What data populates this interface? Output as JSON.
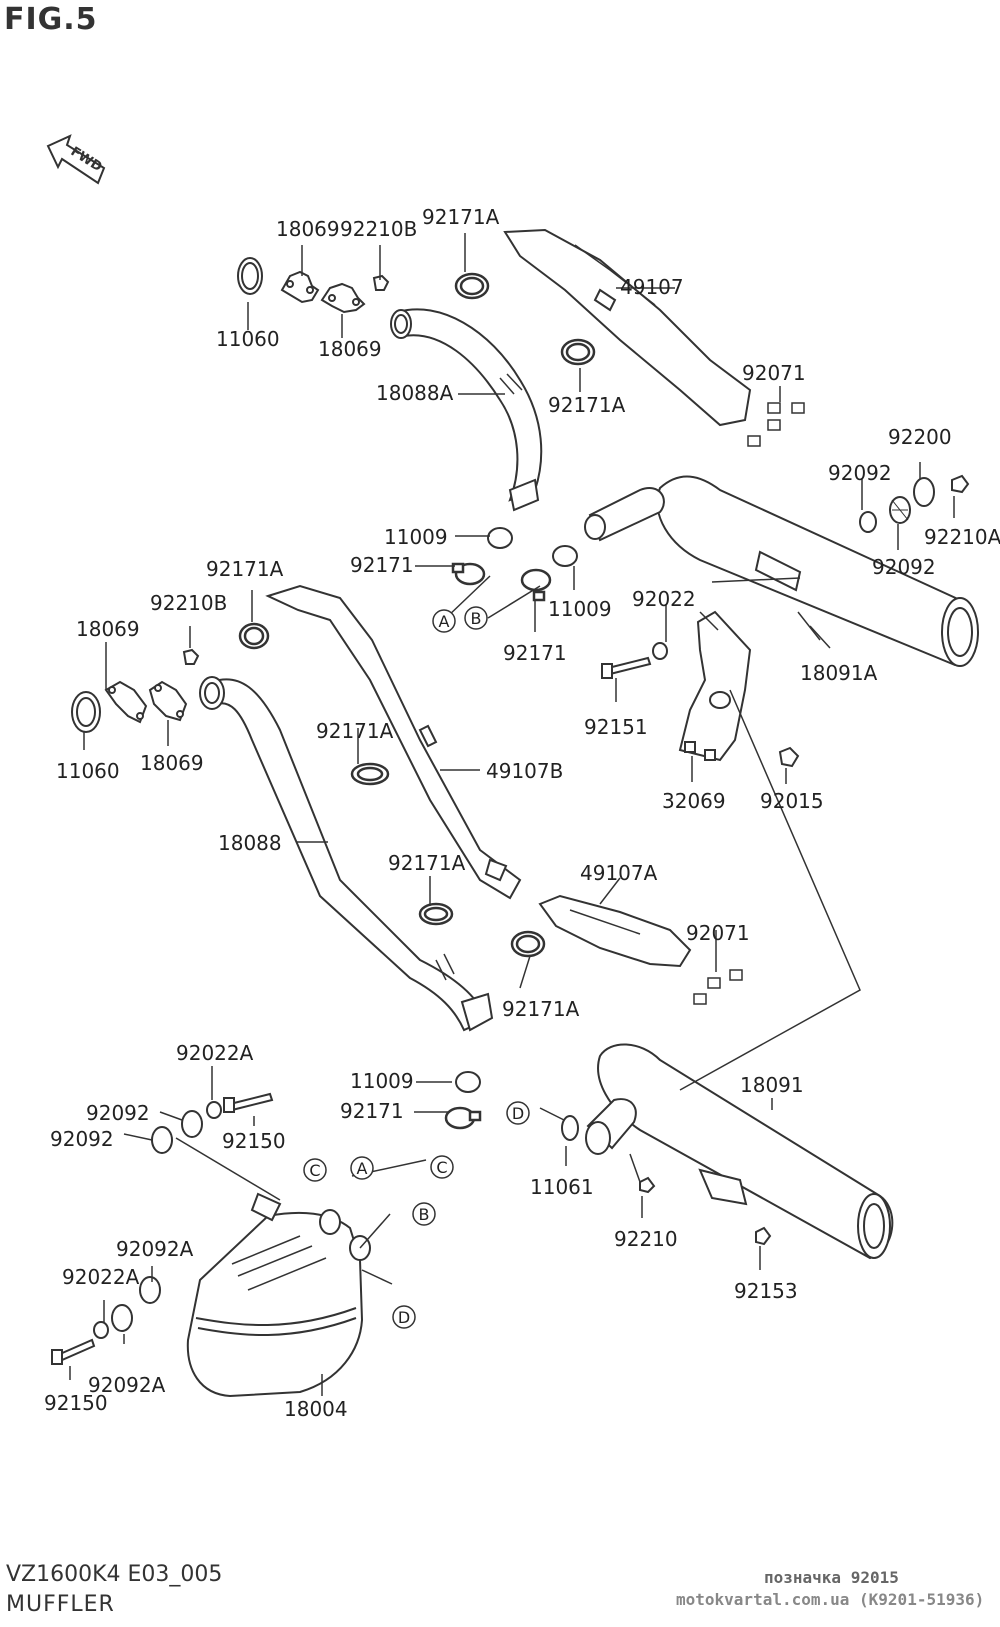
{
  "figure": {
    "title": "FIG.5",
    "model": "VZ1600K4 E03_005",
    "section": "MUFFLER"
  },
  "fwd_arrow": {
    "label": "FWD",
    "icon": "forward-arrow-icon"
  },
  "footer": {
    "note": "позначка 92015",
    "source": "motokvartal.com.ua (K9201-51936)"
  },
  "part_labels": [
    "18069",
    "92210B",
    "92171A",
    "49107",
    "11060",
    "18069",
    "18088A",
    "92171A",
    "92071",
    "92200",
    "92092",
    "92210A",
    "92092",
    "11009",
    "92171",
    "11009",
    "92022",
    "92171",
    "18091A",
    "92151",
    "32069",
    "92015",
    "92171A",
    "92210B",
    "18069",
    "11060",
    "18069",
    "92171A",
    "49107B",
    "18088",
    "92171A",
    "49107A",
    "92071",
    "92171A",
    "92022A",
    "11009",
    "92092",
    "92150",
    "92092",
    "92171",
    "18091",
    "11061",
    "92210",
    "92153",
    "92092A",
    "92022A",
    "92092A",
    "92150",
    "18004"
  ],
  "connector_markers": [
    "A",
    "B",
    "C",
    "A",
    "B",
    "D",
    "C",
    "D"
  ]
}
